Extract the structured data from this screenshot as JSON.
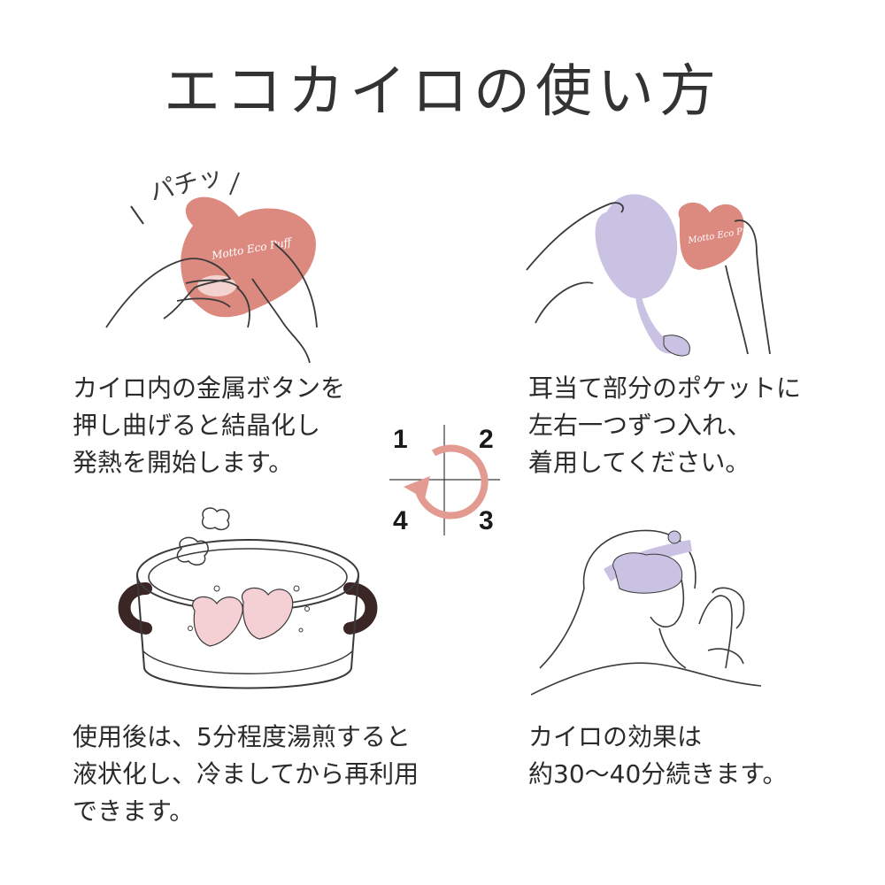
{
  "title": "エコカイロの使い方",
  "steps": [
    {
      "number": "1",
      "lines": [
        "カイロ内の金属ボタンを",
        "押し曲げると結晶化し",
        "発熱を開始します。"
      ]
    },
    {
      "number": "2",
      "lines": [
        "耳当て部分のポケットに",
        "左右一つずつ入れ、",
        "着用してください。"
      ]
    },
    {
      "number": "3",
      "lines": [
        "カイロの効果は",
        "約30〜40分続きます。"
      ]
    },
    {
      "number": "4",
      "lines": [
        "使用後は、5分程度湯煎すると",
        "液状化し、冷ましてから再利用",
        "できます。"
      ]
    }
  ],
  "illustrations": {
    "click_sound": "パチッ",
    "heart_brand": "Motto Eco Puff",
    "heart_brand_2": "Motto Eco Puff"
  },
  "colors": {
    "heart": "#dc8a80",
    "lavender": "#c9c2e3",
    "pink_heart": "#f4cfd3",
    "cycle_arrow": "#e29a91",
    "pot_handle": "#3b2626",
    "line": "#3a3a3a"
  }
}
